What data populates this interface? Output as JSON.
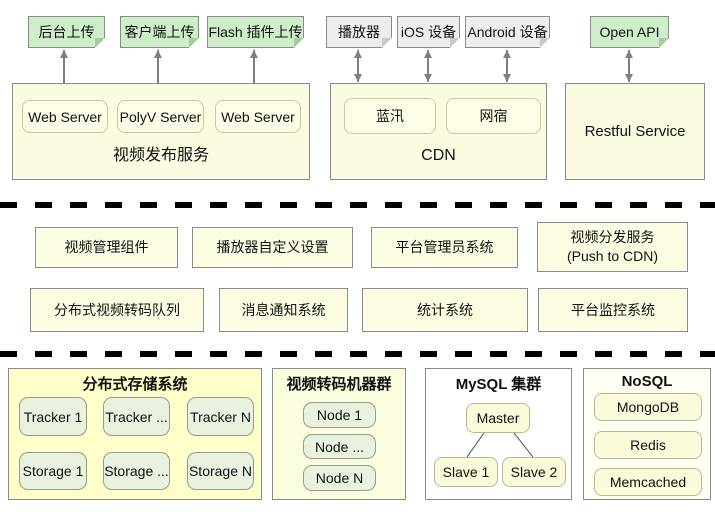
{
  "colors": {
    "note_green": "#cdeec8",
    "note_gray": "#ededed",
    "container_yellow": "#fbfbe2",
    "inner_yellow": "#fdfde7",
    "storage_yellow": "#ffffc9",
    "node_green": "#e9f2df",
    "arrow_gray": "#7f7f7f",
    "separator_black": "#000000"
  },
  "notes": [
    {
      "label": "后台上传"
    },
    {
      "label": "客户端上传"
    },
    {
      "label": "Flash 插件上传"
    },
    {
      "label": "播放器"
    },
    {
      "label": "iOS 设备"
    },
    {
      "label": "Android 设备"
    },
    {
      "label": "Open API"
    }
  ],
  "publish": {
    "label": "视频发布服务",
    "servers": [
      "Web Server",
      "PolyV Server",
      "Web Server"
    ]
  },
  "cdn": {
    "label": "CDN",
    "providers": [
      "蓝汛",
      "网宿"
    ]
  },
  "restful": {
    "label": "Restful Service"
  },
  "middleware": {
    "row1": [
      "视频管理组件",
      "播放器自定义设置",
      "平台管理员系统",
      "视频分发服务\n(Push to CDN)"
    ],
    "row2": [
      "分布式视频转码队列",
      "消息通知系统",
      "统计系统",
      "平台监控系统"
    ]
  },
  "storage": {
    "title": "分布式存储系统",
    "trackers": [
      "Tracker 1",
      "Tracker ...",
      "Tracker N"
    ],
    "storages": [
      "Storage 1",
      "Storage ...",
      "Storage N"
    ]
  },
  "transcode": {
    "title": "视频转码机器群",
    "nodes": [
      "Node 1",
      "Node ...",
      "Node N"
    ]
  },
  "mysql": {
    "title": "MySQL 集群",
    "master": "Master",
    "slaves": [
      "Slave 1",
      "Slave 2"
    ]
  },
  "nosql": {
    "title": "NoSQL",
    "stores": [
      "MongoDB",
      "Redis",
      "Memcached"
    ]
  }
}
